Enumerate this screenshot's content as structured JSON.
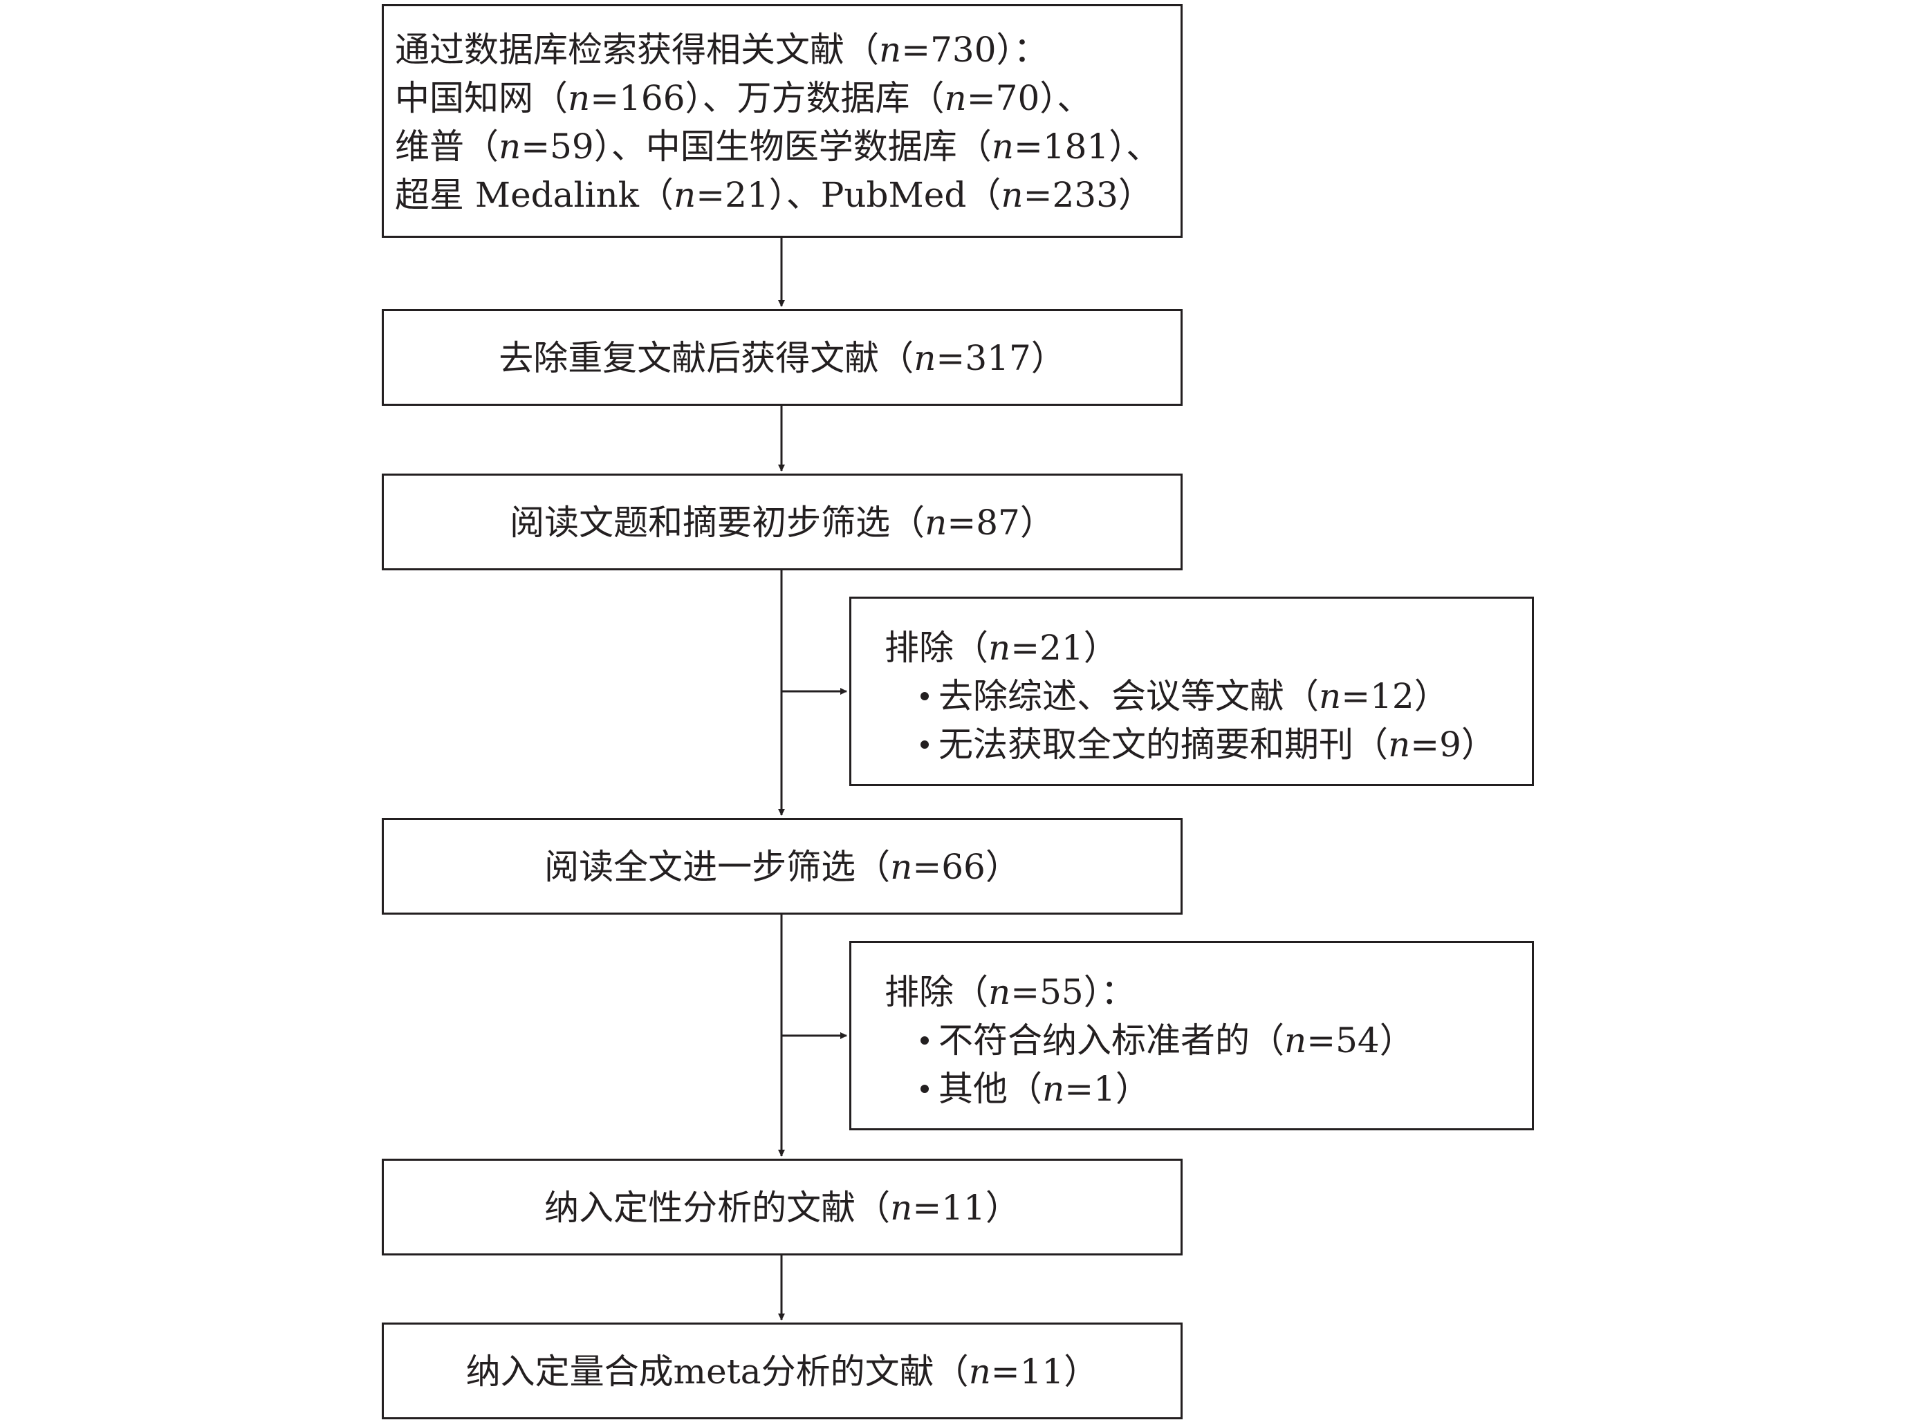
{
  "box_search": {
    "lines": [
      {
        "pre": "通过数据库检索获得相关文献（",
        "n": "n",
        "post": "=730）："
      },
      {
        "pre": "中国知网（",
        "n": "n",
        "mid1": "=166）、万方数据库（",
        "n2": "n",
        "post": "=70）、"
      },
      {
        "pre": "维普（",
        "n": "n",
        "mid1": "=59）、中国生物医学数据库（",
        "n2": "n",
        "post": "=181）、"
      },
      {
        "pre": "超星 Medalink（",
        "n": "n",
        "mid1": "=21）、PubMed（",
        "n2": "n",
        "post": "=233）"
      }
    ]
  },
  "box_dedup": {
    "pre": "去除重复文献后获得文献（",
    "n": "n",
    "post": "=317）"
  },
  "box_title_screen": {
    "pre": "阅读文题和摘要初步筛选（",
    "n": "n",
    "post": "=87）"
  },
  "box_exclude1": {
    "head": {
      "pre": "排除（",
      "n": "n",
      "post": "=21）"
    },
    "items": [
      {
        "pre": "去除综述、会议等文献（",
        "n": "n",
        "post": "=12）"
      },
      {
        "pre": "无法获取全文的摘要和期刊（",
        "n": "n",
        "post": "=9）"
      }
    ]
  },
  "box_fulltext": {
    "pre": "阅读全文进一步筛选（",
    "n": "n",
    "post": "=66）"
  },
  "box_exclude2": {
    "head": {
      "pre": "排除（",
      "n": "n",
      "post": "=55）："
    },
    "items": [
      {
        "pre": "不符合纳入标准者的（",
        "n": "n",
        "post": "=54）"
      },
      {
        "pre": "其他（",
        "n": "n",
        "post": "=1）"
      }
    ]
  },
  "box_qualitative": {
    "pre": "纳入定性分析的文献（",
    "n": "n",
    "post": "=11）"
  },
  "box_meta": {
    "pre": "纳入定量合成meta分析的文献（",
    "n": "n",
    "post": "=11）"
  }
}
